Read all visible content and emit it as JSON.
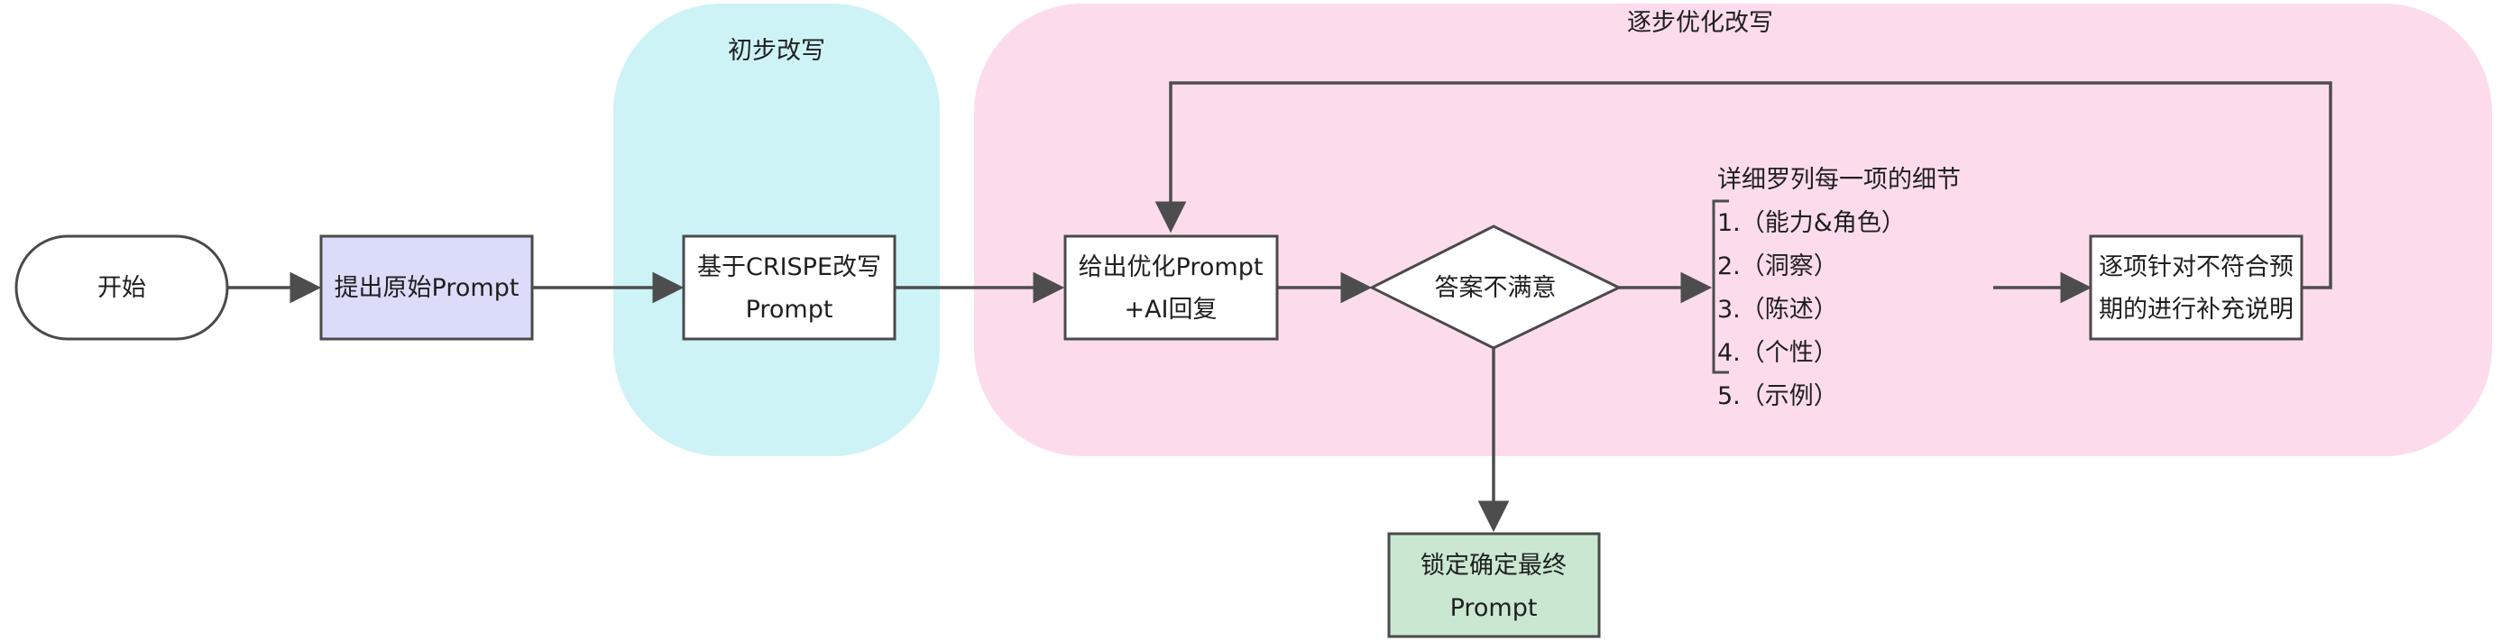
{
  "colors": {
    "stage_initial": "#cdf3f6",
    "stage_optimize": "#fcdcec",
    "node_submit_fill": "#dadcfa",
    "node_lock_fill": "#c9e7d1",
    "node_default_fill": "#ffffff",
    "stroke": "#4a4a4a",
    "text": "#1f1f1f"
  },
  "stages": {
    "initial": {
      "title": "初步改写"
    },
    "optimize": {
      "title": "逐步优化改写"
    }
  },
  "nodes": {
    "start": {
      "label": "开始"
    },
    "submit_prompt": {
      "label": "提出原始Prompt"
    },
    "crispe_rewrite": {
      "line1": "基于CRISPE改写",
      "line2": "Prompt"
    },
    "give_optimized": {
      "line1": "给出优化Prompt",
      "line2": "+AI回复"
    },
    "decision": {
      "label": "答案不满意"
    },
    "supplement": {
      "line1": "逐项针对不符合预",
      "line2": "期的进行补充说明"
    },
    "lock_final": {
      "line1": "锁定确定最终",
      "line2": "Prompt"
    }
  },
  "details": {
    "title": "详细罗列每一项的细节",
    "items": [
      "1.（能力&角色）",
      "2.（洞察）",
      "3.（陈述）",
      "4.（个性）",
      "5.（示例）"
    ]
  }
}
